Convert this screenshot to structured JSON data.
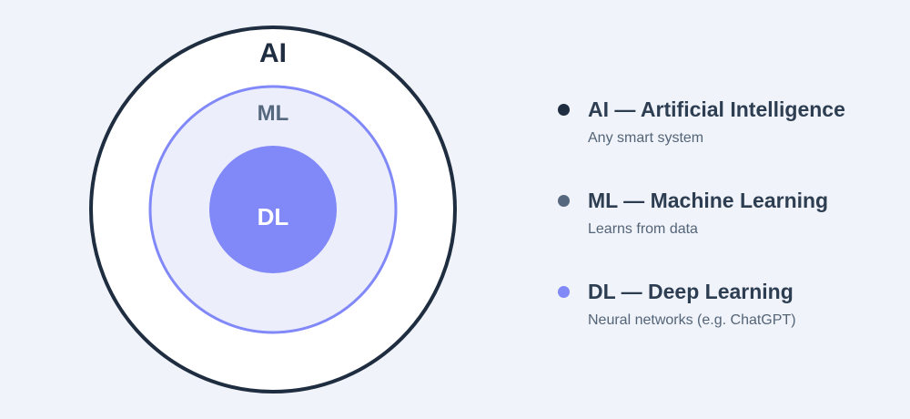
{
  "diagram": {
    "outer_label": "AI",
    "middle_label": "ML",
    "inner_label": "DL"
  },
  "legend": {
    "items": [
      {
        "title": "AI — Artificial Intelligence",
        "desc": "Any smart system",
        "color": "#1f2d40"
      },
      {
        "title": "ML — Machine Learning",
        "desc": "Learns from data",
        "color": "#56687e"
      },
      {
        "title": "DL — Deep Learning",
        "desc": "Neural networks (e.g. ChatGPT)",
        "color": "#8188f8"
      }
    ]
  },
  "colors": {
    "background": "#f0f3f9",
    "outer_fill": "#ffffff",
    "outer_stroke": "#1f2d40",
    "middle_fill": "#eceefb",
    "middle_stroke": "#8188f8",
    "inner_fill": "#8188f8"
  }
}
